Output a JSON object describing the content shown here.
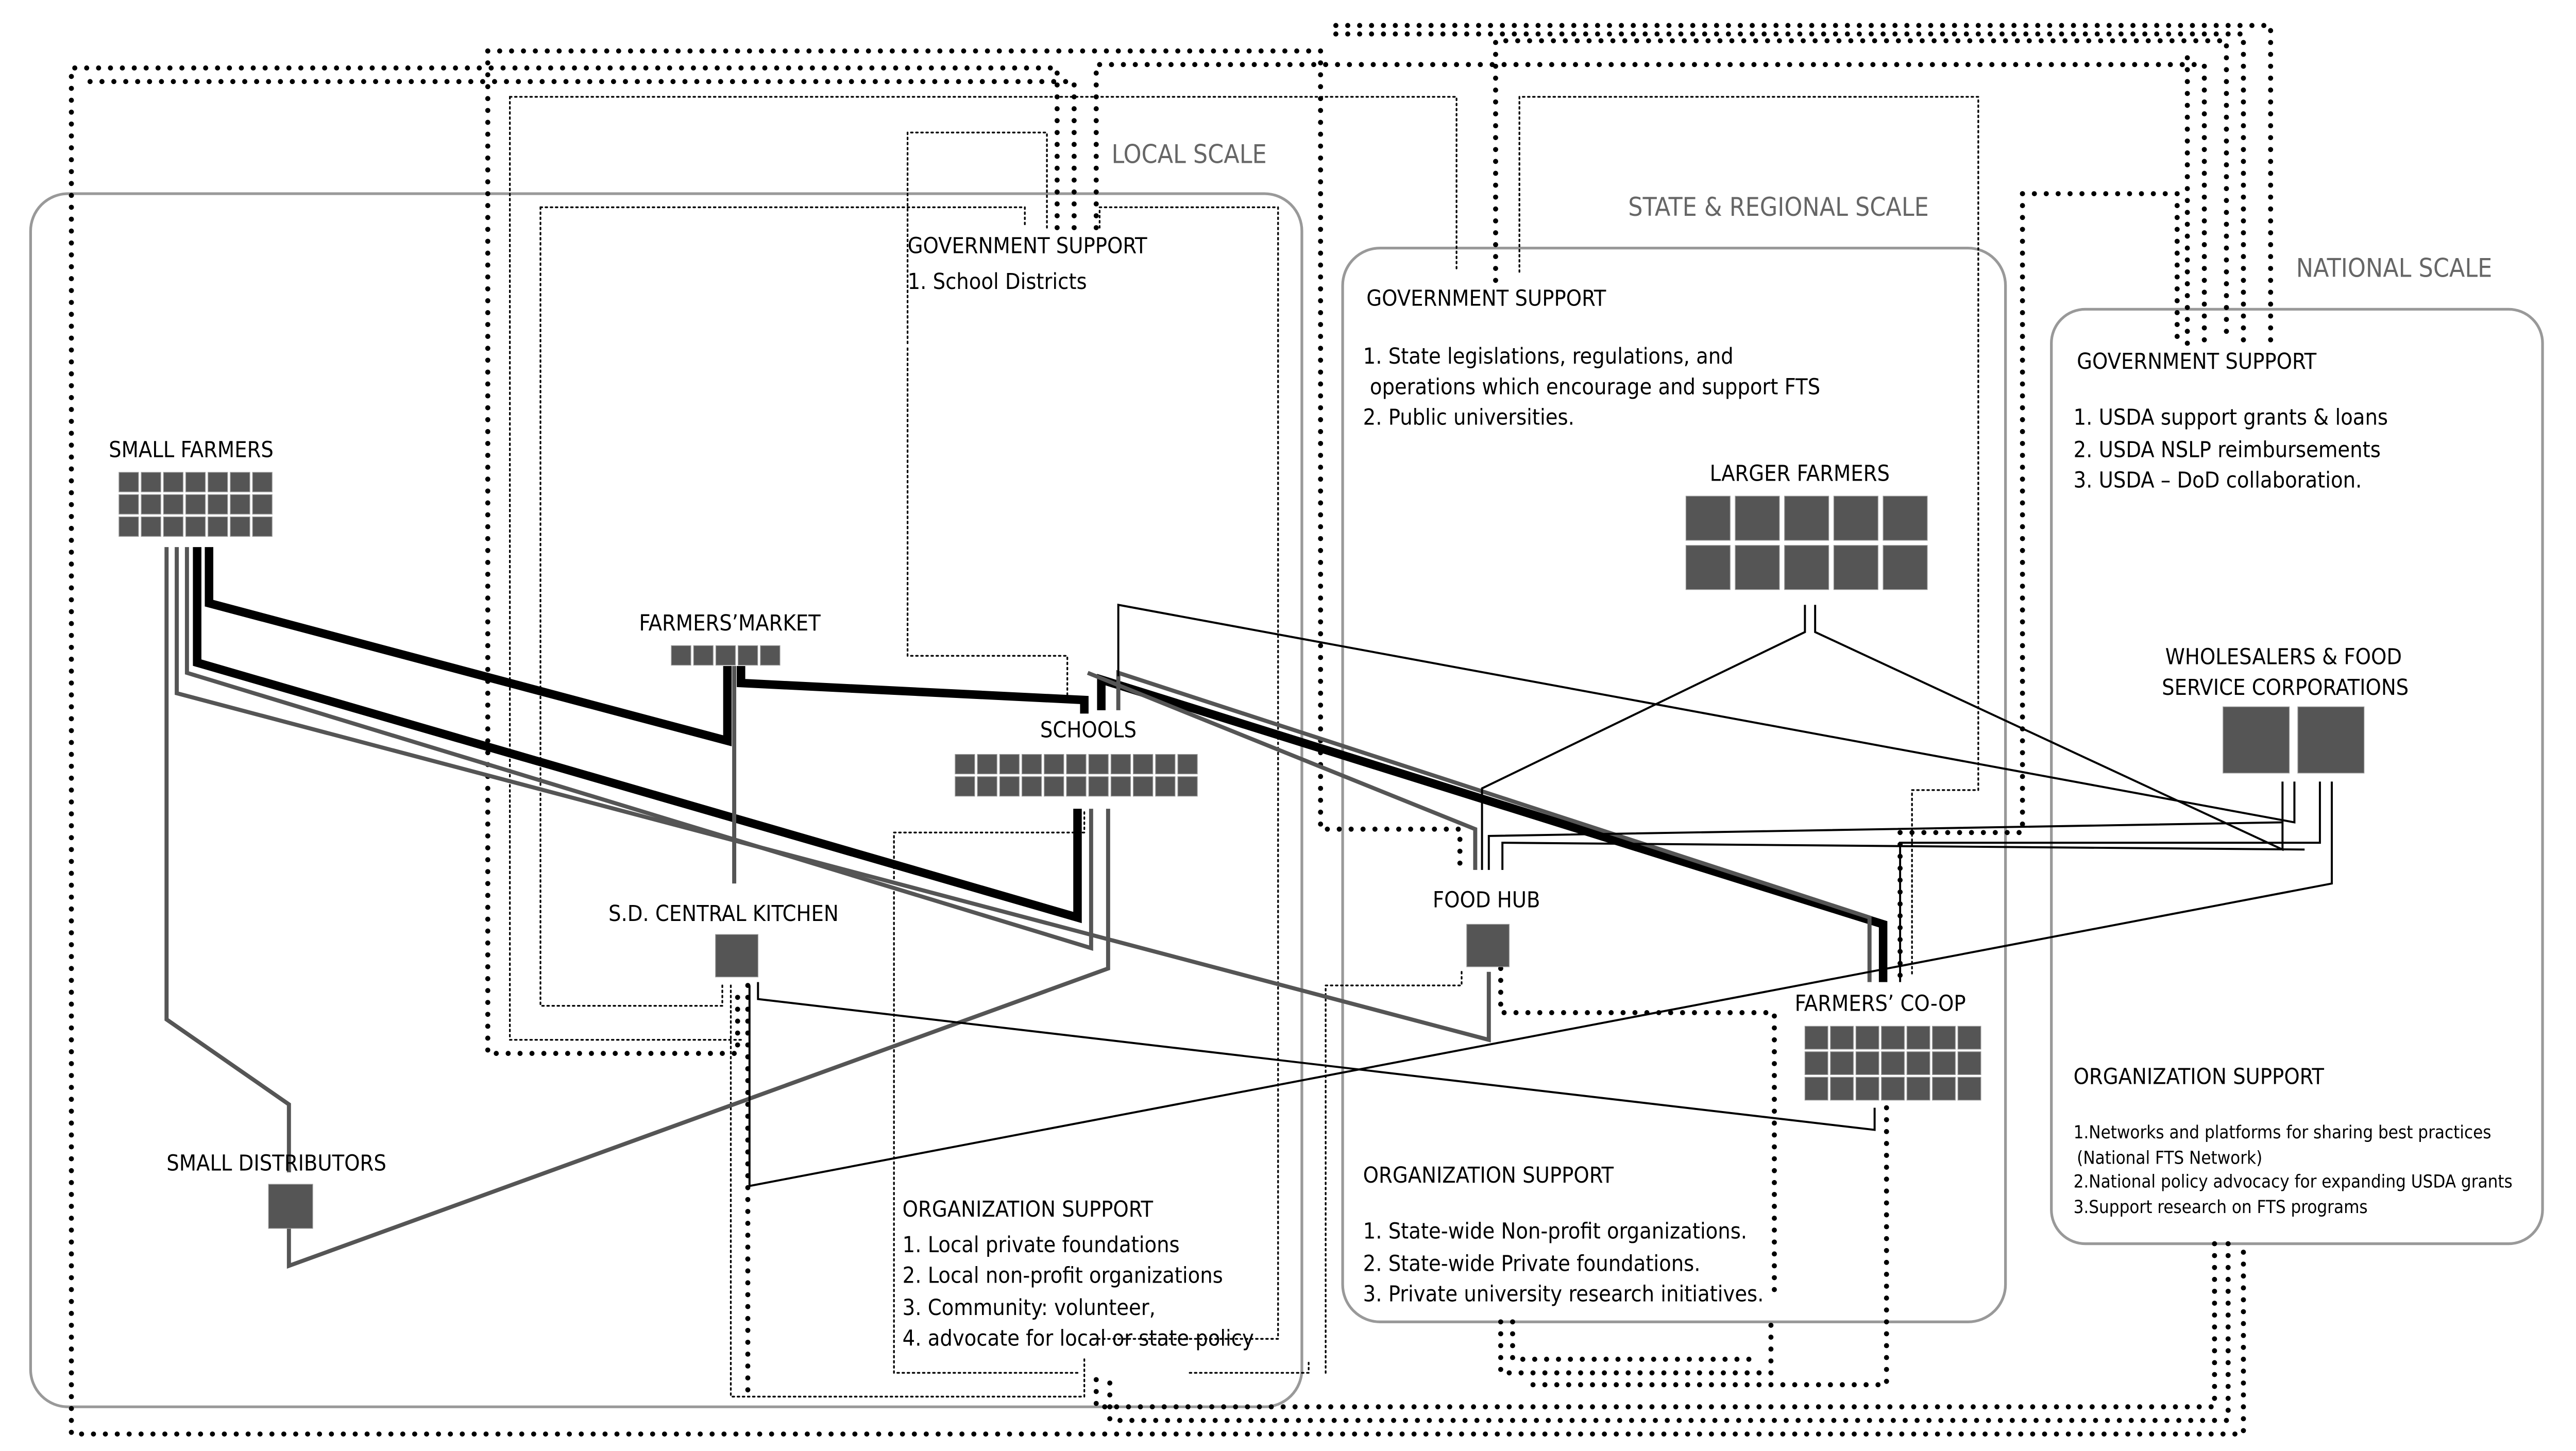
{
  "scales": {
    "local": "LOCAL SCALE",
    "state": "STATE & REGIONAL SCALE",
    "national": "NATIONAL SCALE"
  },
  "local": {
    "government": {
      "title": "GOVERNMENT SUPPORT",
      "items": [
        "1.  School Districts"
      ]
    },
    "organization": {
      "title": "ORGANIZATION SUPPORT",
      "items": [
        "1.  Local private foundations",
        "2.  Local non-profit organizations",
        "3.  Community: volunteer,",
        "4.  advocate for local or state policy"
      ]
    }
  },
  "state": {
    "government": {
      "title": "GOVERNMENT SUPPORT",
      "items": [
        "1.  State legislations, regulations, and",
        "  operations which encourage and support FTS",
        "2.  Public universities."
      ]
    },
    "organization": {
      "title": "ORGANIZATION SUPPORT",
      "items": [
        "1.  State-wide Non-profit organizations.",
        "2.  State-wide Private foundations.",
        "3.  Private university research initiatives."
      ]
    }
  },
  "national": {
    "government": {
      "title": "GOVERNMENT SUPPORT",
      "items": [
        "1.  USDA support grants & loans",
        "2.  USDA NSLP reimbursements",
        "3.  USDA – DoD collaboration."
      ]
    },
    "organization": {
      "title": "ORGANIZATION SUPPORT",
      "items": [
        "1.Networks and platforms for sharing best practices",
        "  (National FTS Network)",
        "2.National policy advocacy for expanding USDA grants",
        "3.Support research on FTS programs"
      ]
    }
  },
  "actors": {
    "small_farmers": {
      "label": "SMALL FARMERS",
      "cols": 7,
      "rows": 3
    },
    "farmers_market": {
      "label": "FARMERS’MARKET",
      "cols": 5,
      "rows": 1
    },
    "schools": {
      "label": "SCHOOLS",
      "cols": 11,
      "rows": 2
    },
    "central_kitchen": {
      "label": "S.D. CENTRAL KITCHEN",
      "cols": 1,
      "rows": 1
    },
    "small_distributors": {
      "label": "SMALL DISTRIBUTORS",
      "cols": 1,
      "rows": 1
    },
    "larger_farmers": {
      "label": "LARGER FARMERS",
      "cols": 5,
      "rows": 2
    },
    "food_hub": {
      "label": "FOOD HUB",
      "cols": 1,
      "rows": 1
    },
    "farmers_coop": {
      "label": "FARMERS’ CO-OP",
      "cols": 7,
      "rows": 3
    },
    "wholesalers": {
      "label_line1": "WHOLESALERS & FOOD",
      "label_line2": "SERVICE CORPORATIONS",
      "cols": 2,
      "rows": 1
    }
  },
  "colors": {
    "block": "#555555",
    "region_border": "#999999",
    "scale_label": "#666666",
    "thick_flow": "#000000",
    "gray_flow": "#555555"
  }
}
